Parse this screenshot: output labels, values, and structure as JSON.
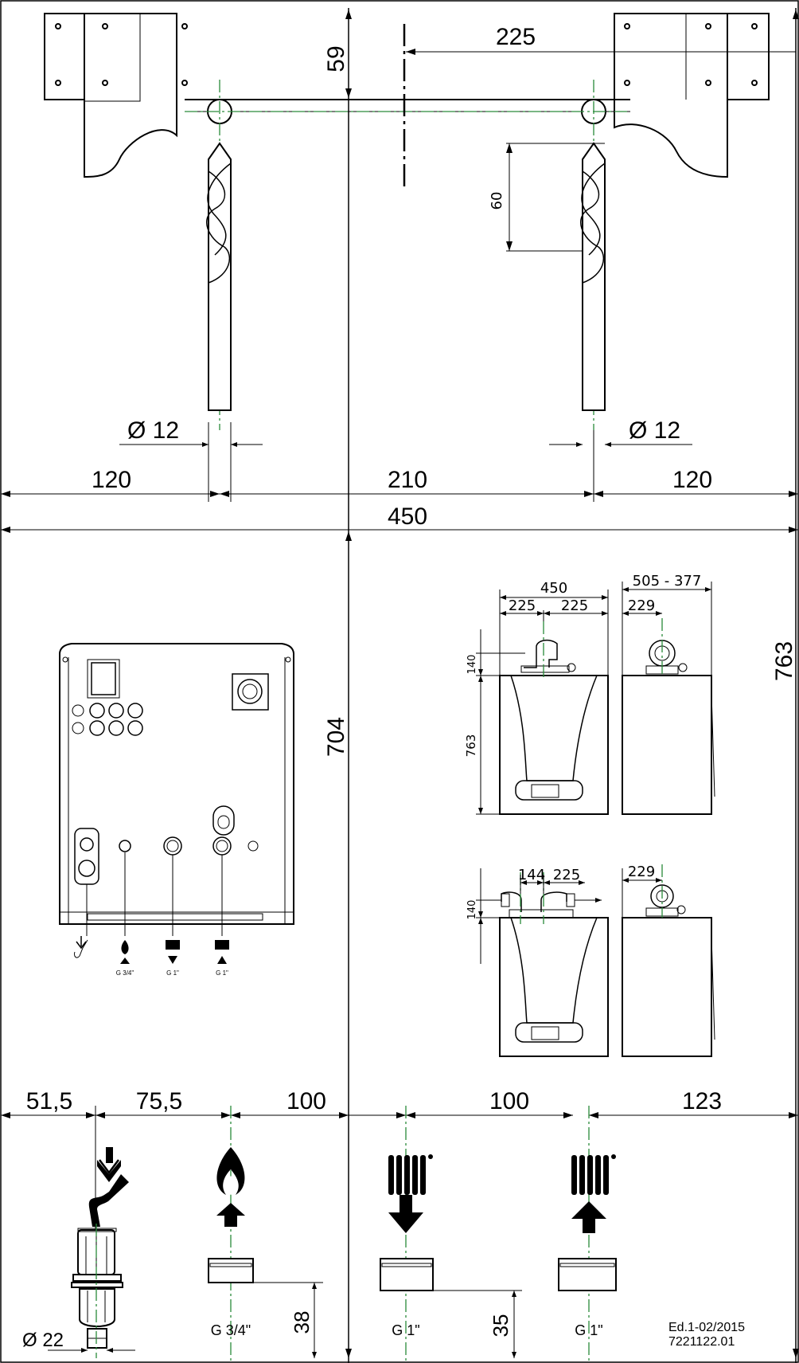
{
  "top_section": {
    "dim_top_offset": "59",
    "dim_half_width": "225",
    "dim_hole_depth": "60",
    "dim_drill_left": "Ø 12",
    "dim_drill_right": "Ø 12"
  },
  "width_dims": {
    "left": "120",
    "middle": "210",
    "right": "120",
    "total": "450"
  },
  "height_dims": {
    "inner": "704",
    "total": "763"
  },
  "boiler_back": {
    "labels": [
      "G 3/4\"",
      "G 1\"",
      "G 1\""
    ]
  },
  "side_views": {
    "front_top": {
      "width": "450",
      "half_left": "225",
      "half_right": "225",
      "flue_height": "140",
      "height": "763"
    },
    "side_top": {
      "depth": "505 - 377",
      "offset": "229"
    },
    "front_bottom": {
      "offset_a": "144",
      "offset_b": "225",
      "flue_height": "140"
    },
    "side_bottom": {
      "offset": "229"
    }
  },
  "connection_dims": {
    "d1": "51,5",
    "d2": "75,5",
    "d3": "100",
    "d4": "100",
    "d5": "123"
  },
  "connections": {
    "drain_diameter": "Ø 22",
    "gas_label": "G 3/4\"",
    "gas_depth": "38",
    "flow_label": "G 1\"",
    "flow_depth": "35",
    "return_label": "G 1\""
  },
  "edition": {
    "line1": "Ed.1-02/2015",
    "line2": "7221122.01"
  }
}
